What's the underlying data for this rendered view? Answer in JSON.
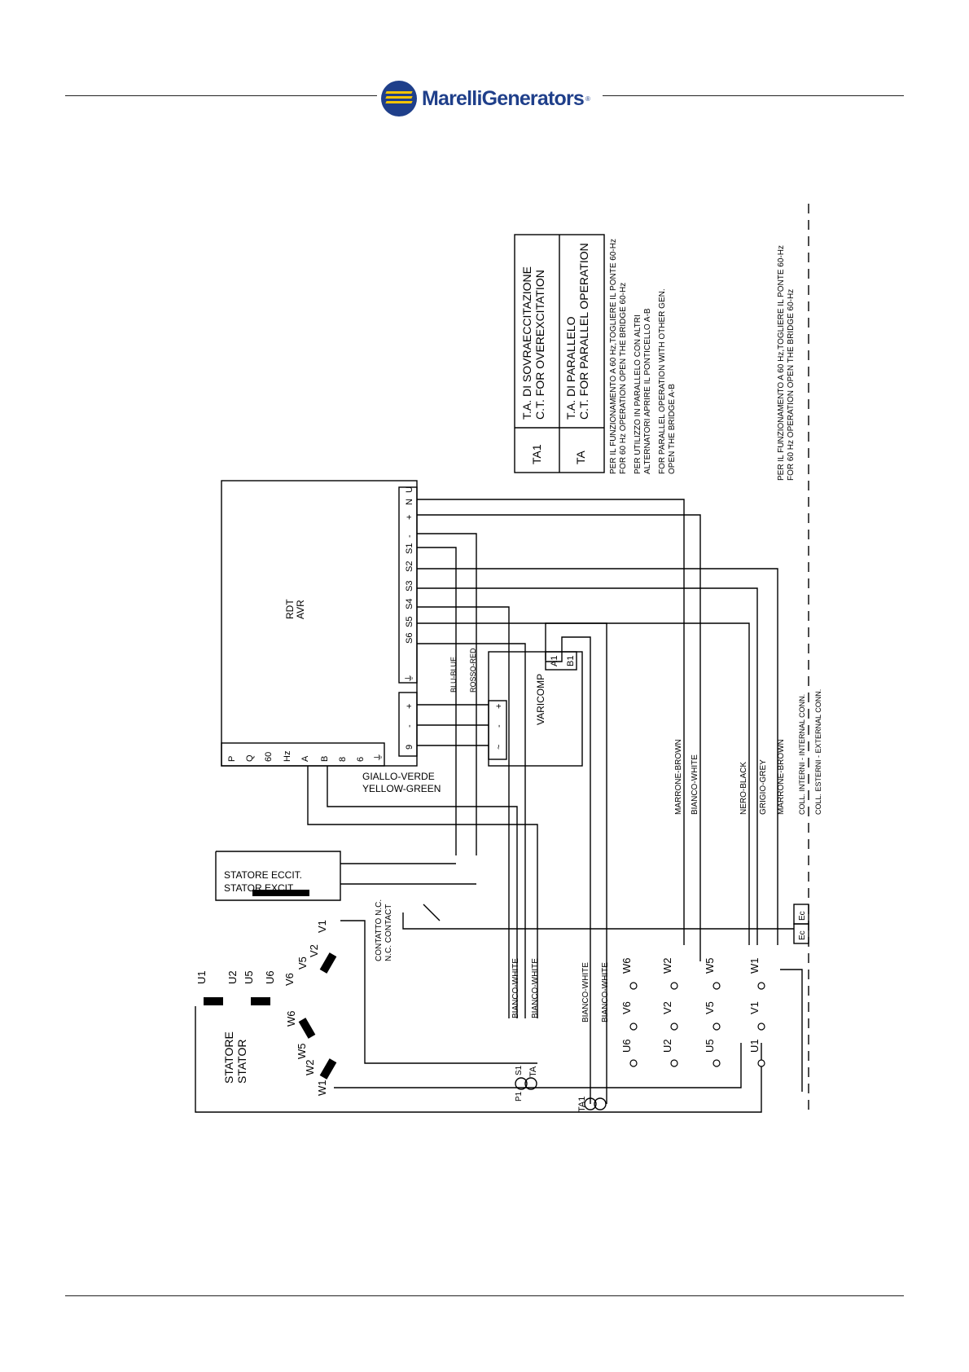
{
  "brand": {
    "name": "MarelliGenerators",
    "reg_mark": "®",
    "color": "#1f3f8a",
    "accent": "#f4c400"
  },
  "diagram": {
    "avr": {
      "title": "RDT",
      "subtitle": "AVR"
    },
    "avr_bottom_terminals": [
      "P",
      "Q",
      "60",
      "Hz",
      "A",
      "B",
      "8",
      "6",
      "⏚"
    ],
    "avr_top_terminals": [
      "⏚",
      "S6",
      "S5",
      "S4",
      "S3",
      "S2",
      "S1",
      "-",
      "+",
      "N",
      "U"
    ],
    "avr_left_terminals": [
      "+",
      "-",
      "9"
    ],
    "varicomp": {
      "title": "VARICOMP",
      "terminals": [
        "+",
        "-",
        "~"
      ],
      "out_terminals": [
        "A1",
        "B1"
      ]
    },
    "legend": [
      {
        "code": "TA1",
        "it": "T.A. DI SOVRAECCITAZIONE",
        "en": "C.T. FOR OVEREXCITATION"
      },
      {
        "code": "TA",
        "it": "T.A. DI PARALLELO",
        "en": "C.T. FOR PARALLEL OPERATION"
      }
    ],
    "notes": [
      "PER IL FUNZIONAMENTO A 60 Hz,TOGLIERE IL PONTE 60-Hz",
      "FOR 60 Hz OPERATION OPEN THE BRIDGE 60-Hz",
      "PER UTILIZZO IN PARALLELO CON ALTRI",
      "ALTERNATORI APRIRE IL PONTICELLO A-B",
      "FOR PARALLEL OPERATION WITH OTHER GEN.",
      "OPEN THE BRIDGE A-B"
    ],
    "note_right": [
      "PER IL FUNZIONAMENTO A 60 Hz,TOGLIERE IL PONTE 60-Hz",
      "FOR 60 Hz OPERATION OPEN THE BRIDGE 60-Hz"
    ],
    "wire_labels": {
      "blu": "BLU-BLUE",
      "rosso": "ROSSO-RED",
      "giallo": "GIALLO-VERDE",
      "yellow": "YELLOW-GREEN",
      "marrone": "MARRONE-BROWN",
      "bianco": "BIANCO-WHITE",
      "nero": "NERO-BLACK",
      "grigio": "GRIGIO-GREY"
    },
    "exciter": {
      "it": "STATORE ECCIT.",
      "en": "STATOR EXCIT."
    },
    "stator": {
      "it": "STATORE",
      "en": "STATOR"
    },
    "contact": {
      "it": "CONTATTO N.C.",
      "en": "N.C. CONTACT"
    },
    "connections": {
      "internal": "COLL. INTERNI - INTERNAL CONN.",
      "external": "COLL. ESTERNI - EXTERNAL CONN."
    },
    "ct_labels": {
      "p1": "P1",
      "s1": "S1",
      "ta": "TA",
      "ta1": "TA1"
    },
    "winding_labels": [
      "U1",
      "U2",
      "U5",
      "U6",
      "W6",
      "W5",
      "W2",
      "W1",
      "V6",
      "V5",
      "V2",
      "V1"
    ],
    "terminal_rows": [
      [
        "W6",
        "W2",
        "W5",
        "W1"
      ],
      [
        "V6",
        "V2",
        "V5",
        "V1"
      ],
      [
        "U6",
        "U2",
        "U5",
        "U1"
      ]
    ],
    "ec_labels": [
      "Ec",
      "Ec"
    ]
  }
}
